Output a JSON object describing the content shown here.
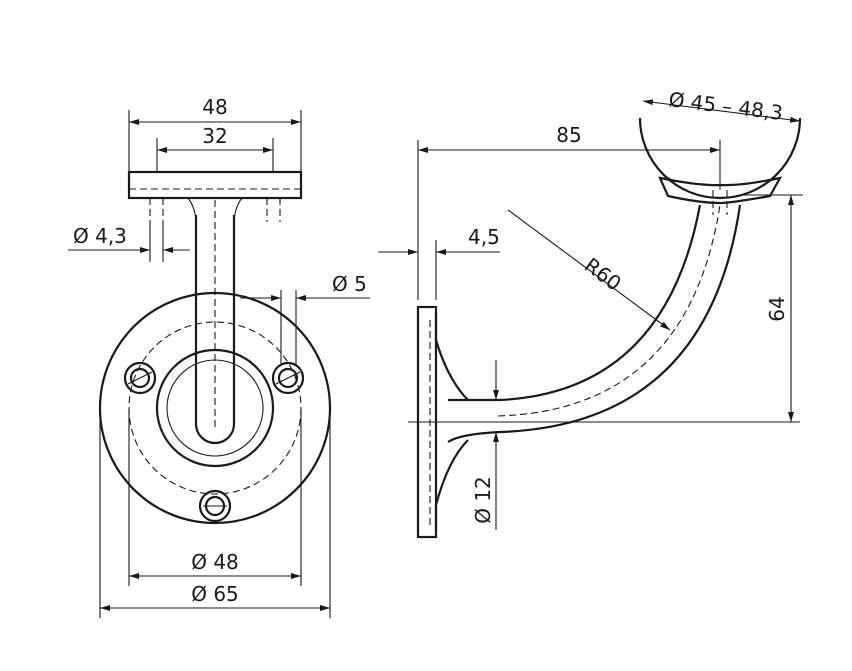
{
  "front_view": {
    "dim_width_top": "48",
    "dim_hole_spacing": "32",
    "dim_hole_dia": "Ø 4,3",
    "dim_screw_dia": "Ø 5",
    "dim_pitch_circle": "Ø 48",
    "dim_outer_dia": "Ø 65"
  },
  "side_view": {
    "dim_saddle_dia": "Ø 45 – 48,3",
    "dim_projection": "85",
    "dim_plate_thickness": "4,5",
    "dim_radius": "R60",
    "dim_height": "64",
    "dim_arm_dia": "Ø 12"
  }
}
